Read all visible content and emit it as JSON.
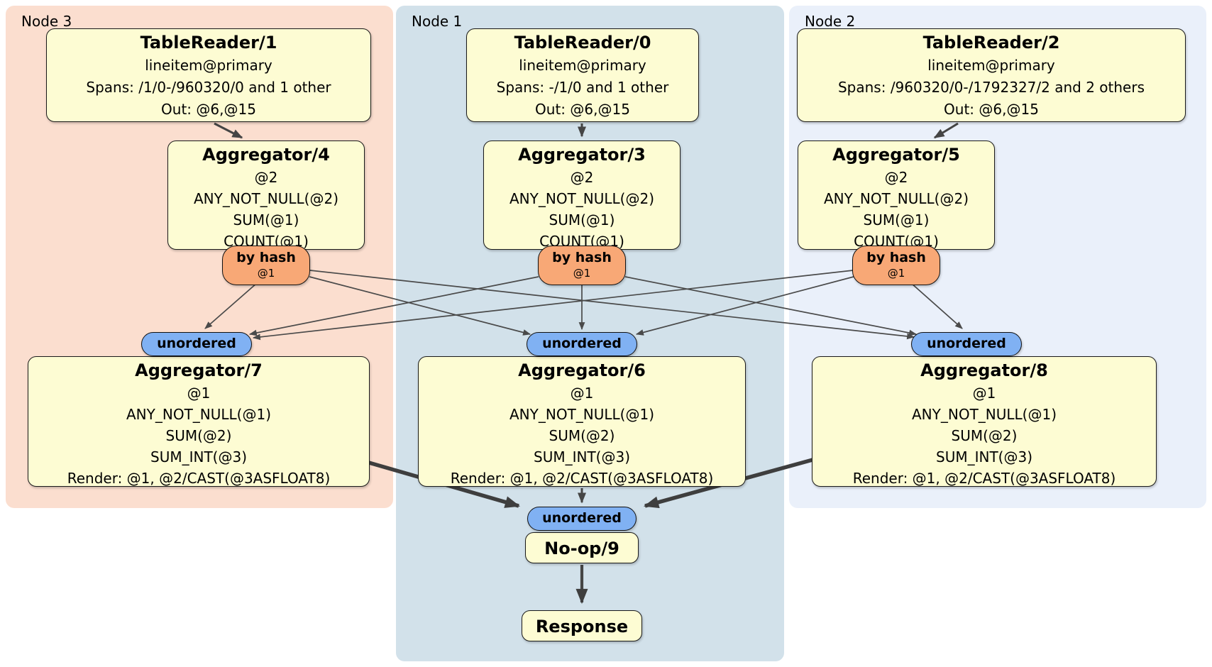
{
  "panels": {
    "node3": {
      "label": "Node 3"
    },
    "node1": {
      "label": "Node 1"
    },
    "node2": {
      "label": "Node 2"
    }
  },
  "processors": {
    "tr1": {
      "title": "TableReader/1",
      "lines": [
        "lineitem@primary",
        "Spans: /1/0-/960320/0 and 1 other",
        "Out: @6,@15"
      ]
    },
    "tr0": {
      "title": "TableReader/0",
      "lines": [
        "lineitem@primary",
        "Spans: -/1/0 and 1 other",
        "Out: @6,@15"
      ]
    },
    "tr2": {
      "title": "TableReader/2",
      "lines": [
        "lineitem@primary",
        "Spans: /960320/0-/1792327/2 and 2 others",
        "Out: @6,@15"
      ]
    },
    "agg4": {
      "title": "Aggregator/4",
      "lines": [
        "@2",
        "ANY_NOT_NULL(@2)",
        "SUM(@1)",
        "COUNT(@1)"
      ]
    },
    "agg3": {
      "title": "Aggregator/3",
      "lines": [
        "@2",
        "ANY_NOT_NULL(@2)",
        "SUM(@1)",
        "COUNT(@1)"
      ]
    },
    "agg5": {
      "title": "Aggregator/5",
      "lines": [
        "@2",
        "ANY_NOT_NULL(@2)",
        "SUM(@1)",
        "COUNT(@1)"
      ]
    },
    "agg7": {
      "title": "Aggregator/7",
      "lines": [
        "@1",
        "ANY_NOT_NULL(@1)",
        "SUM(@2)",
        "SUM_INT(@3)",
        "Render: @1, @2/CAST(@3ASFLOAT8)"
      ]
    },
    "agg6": {
      "title": "Aggregator/6",
      "lines": [
        "@1",
        "ANY_NOT_NULL(@1)",
        "SUM(@2)",
        "SUM_INT(@3)",
        "Render: @1, @2/CAST(@3ASFLOAT8)"
      ]
    },
    "agg8": {
      "title": "Aggregator/8",
      "lines": [
        "@1",
        "ANY_NOT_NULL(@1)",
        "SUM(@2)",
        "SUM_INT(@3)",
        "Render: @1, @2/CAST(@3ASFLOAT8)"
      ]
    },
    "noop": {
      "title": "No-op/9"
    },
    "response": {
      "title": "Response"
    }
  },
  "routers": {
    "by_hash_4": {
      "label": "by hash",
      "key": "@1"
    },
    "by_hash_3": {
      "label": "by hash",
      "key": "@1"
    },
    "by_hash_5": {
      "label": "by hash",
      "key": "@1"
    }
  },
  "streams": {
    "unordered_left": {
      "label": "unordered"
    },
    "unordered_center": {
      "label": "unordered"
    },
    "unordered_right": {
      "label": "unordered"
    },
    "unordered_bottom": {
      "label": "unordered"
    }
  },
  "colors": {
    "panel_node3_bg": "#fbdecf",
    "panel_node1_bg": "#d2e1ea",
    "panel_node2_bg": "#eaf0fa",
    "processor_bg": "#fdfcd3",
    "router_bg": "#f8a876",
    "stream_bg": "#80b1f3",
    "edge": "#454545",
    "text": "#000000"
  }
}
